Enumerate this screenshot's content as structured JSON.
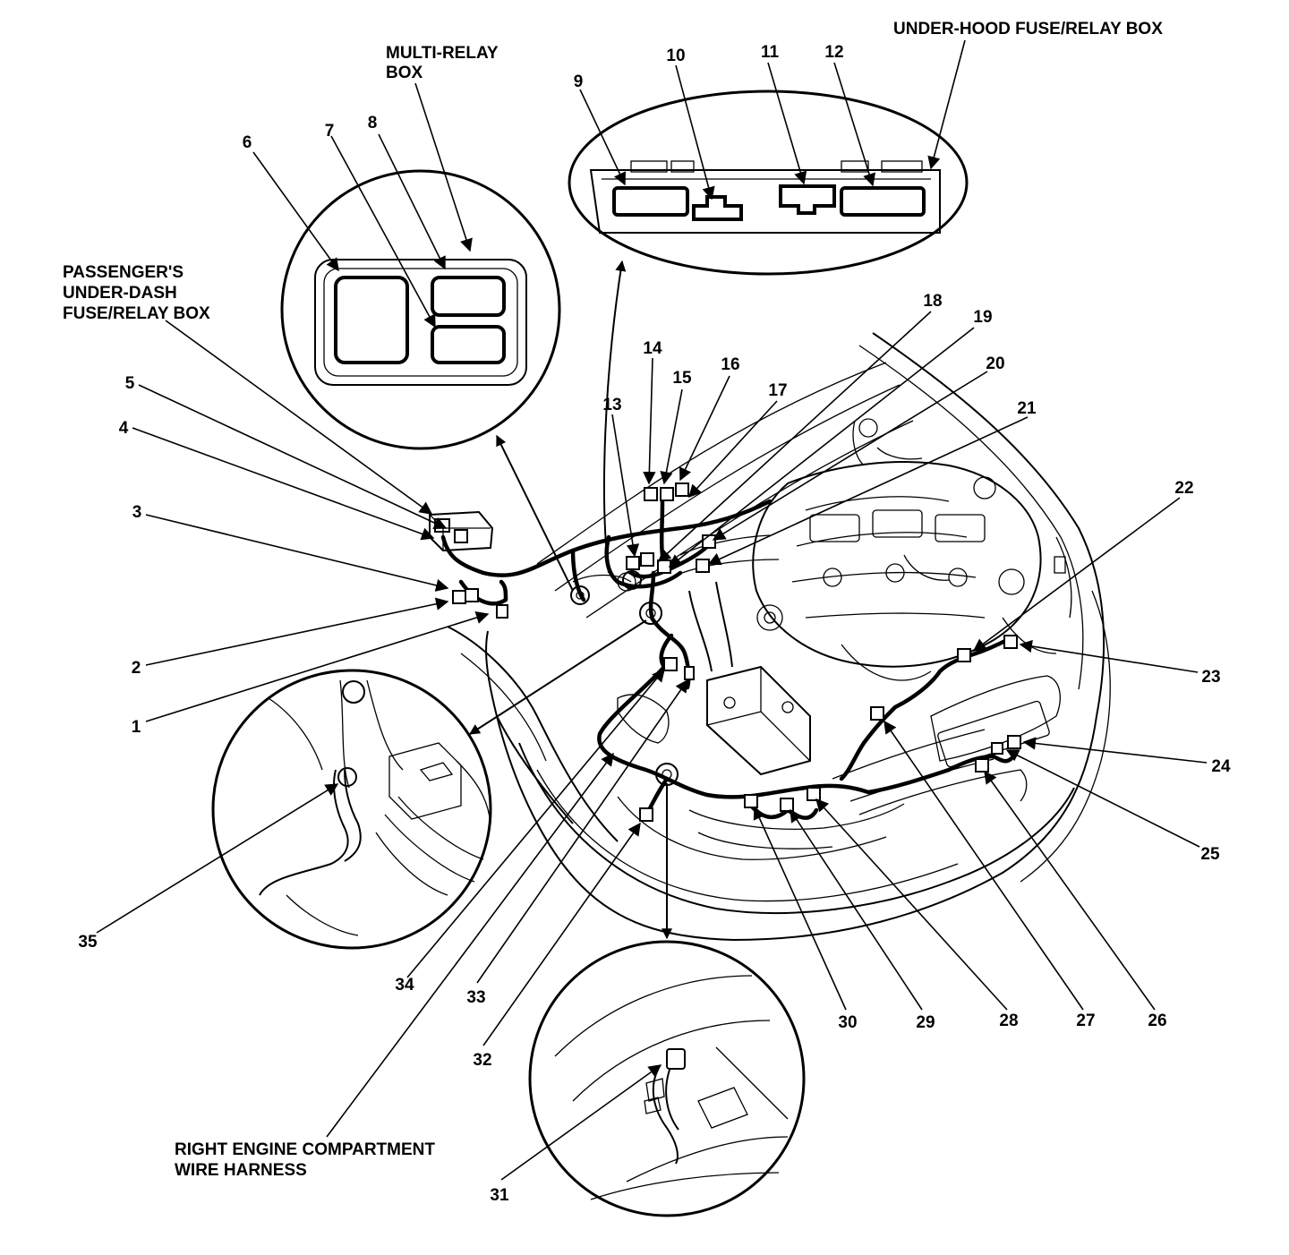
{
  "labels": {
    "multi_relay_box": [
      "MULTI-RELAY",
      "BOX"
    ],
    "under_hood_box": "UNDER-HOOD FUSE/RELAY BOX",
    "passenger_box": [
      "PASSENGER'S",
      "UNDER-DASH",
      "FUSE/RELAY BOX"
    ],
    "right_harness": [
      "RIGHT ENGINE COMPARTMENT",
      "WIRE HARNESS"
    ]
  },
  "callouts": [
    "1",
    "2",
    "3",
    "4",
    "5",
    "6",
    "7",
    "8",
    "9",
    "10",
    "11",
    "12",
    "13",
    "14",
    "15",
    "16",
    "17",
    "18",
    "19",
    "20",
    "21",
    "22",
    "23",
    "24",
    "25",
    "26",
    "27",
    "28",
    "29",
    "30",
    "31",
    "32",
    "33",
    "34",
    "35"
  ],
  "colors": {
    "line": "#000000",
    "background": "#ffffff"
  }
}
